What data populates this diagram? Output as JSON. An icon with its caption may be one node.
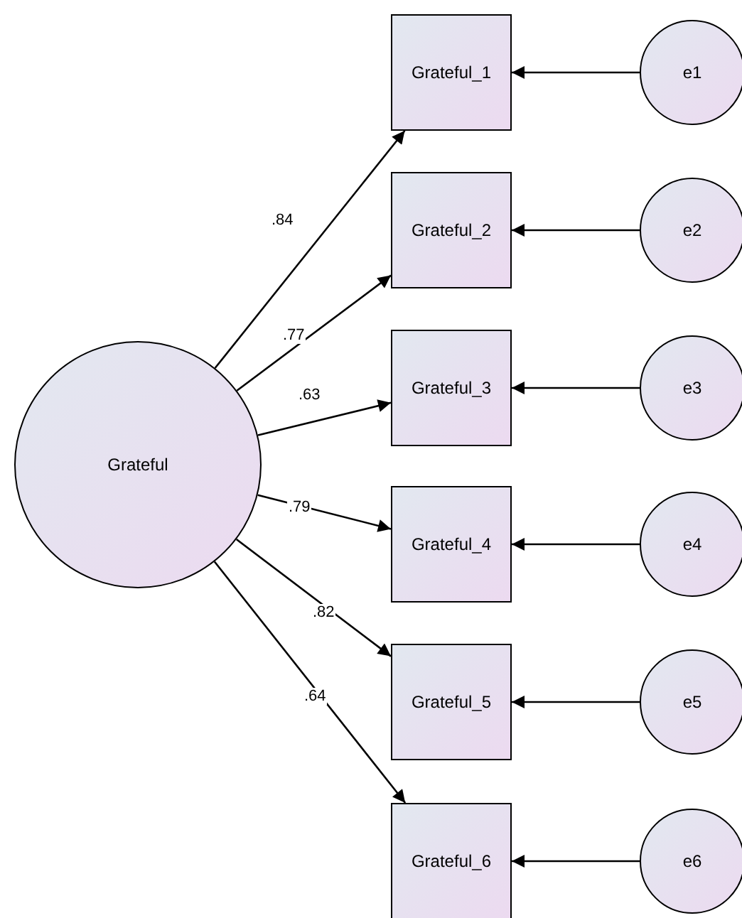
{
  "diagram": {
    "nodes": [
      {
        "text": [
          "Grateful"
        ]
      },
      {
        "text": [
          "Grateful_1"
        ]
      },
      {
        "text": [
          "Grateful_2"
        ]
      },
      {
        "text": [
          "Grateful_3"
        ]
      },
      {
        "text": [
          "Grateful_4"
        ]
      },
      {
        "text": [
          "Grateful_5"
        ]
      },
      {
        "text": [
          "Grateful_6"
        ]
      },
      {
        "text": [
          "e1"
        ]
      },
      {
        "text": [
          "e2"
        ]
      },
      {
        "text": [
          "e3"
        ]
      },
      {
        "text": [
          "e4"
        ]
      },
      {
        "text": [
          "e5"
        ]
      },
      {
        "text": [
          "e6"
        ]
      }
    ],
    "edges": [
      {
        "from": 0,
        "to": 1,
        "arrow": "to",
        "label": ".84"
      },
      {
        "from": 0,
        "to": 2,
        "arrow": "to",
        "label": ".77"
      },
      {
        "from": 0,
        "to": 3,
        "arrow": "to",
        "label": ".63"
      },
      {
        "from": 0,
        "to": 4,
        "arrow": "to",
        "label": ".79"
      },
      {
        "from": 0,
        "to": 5,
        "arrow": "to",
        "label": ".82"
      },
      {
        "from": 0,
        "to": 6,
        "arrow": "to",
        "label": ".64"
      },
      {
        "from": 7,
        "to": 1,
        "arrow": "to"
      },
      {
        "from": 8,
        "to": 2,
        "arrow": "to"
      },
      {
        "from": 9,
        "to": 3,
        "arrow": "to"
      },
      {
        "from": 10,
        "to": 4,
        "arrow": "to"
      },
      {
        "from": 11,
        "to": 5,
        "arrow": "to"
      },
      {
        "from": 12,
        "to": 6,
        "arrow": "to"
      }
    ]
  }
}
